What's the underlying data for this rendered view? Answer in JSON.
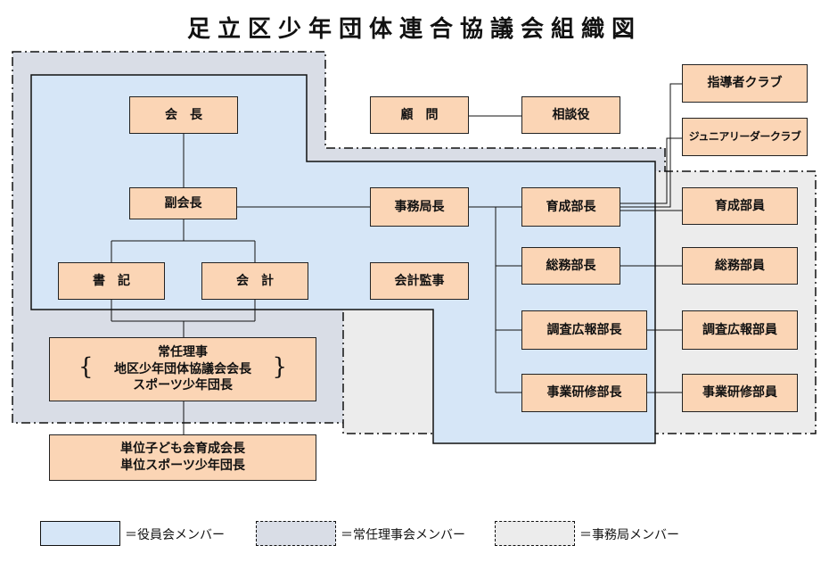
{
  "title": "足立区少年団体連合協議会組織図",
  "boxes": {
    "kaicho": "会長",
    "fukukaicho": "副会長",
    "shoki": "書記",
    "kaikei": "会計",
    "komon": "顧問",
    "sodanyaku": "相談役",
    "jimukyokucho": "事務局長",
    "kaikei_kanji": "会計監事",
    "ikusei_bucho": "育成部長",
    "somu_bucho": "総務部長",
    "chosa_bucho": "調査広報部長",
    "jigyo_bucho": "事業研修部長",
    "ikusei_buin": "育成部員",
    "somu_buin": "総務部員",
    "chosa_buin": "調査広報部員",
    "jigyo_buin": "事業研修部員",
    "shidosha_club": "指導者クラブ",
    "junior_leader_club": "ジュニアリーダークラブ",
    "joninriji": {
      "line1": "常任理事",
      "line2": "地区少年団体協議会会長",
      "line3": "スポーツ少年団長"
    },
    "tani": {
      "line1": "単位子ども会育成会長",
      "line2": "単位スポーツ少年団長"
    }
  },
  "legend": [
    {
      "label": "＝役員会メンバー",
      "color": "#d6e6f7"
    },
    {
      "label": "＝常任理事会メンバー",
      "color": "#d9dde6"
    },
    {
      "label": "＝事務局メンバー",
      "color": "#ececec"
    }
  ]
}
